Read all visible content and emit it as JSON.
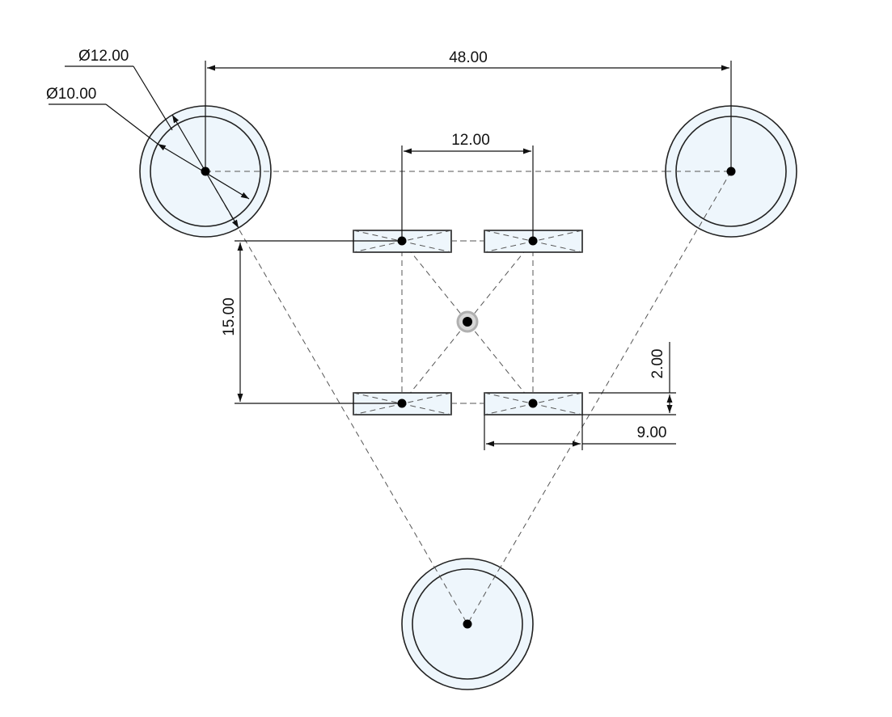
{
  "dimensions": {
    "outer_diameter": "Ø12.00",
    "inner_diameter": "Ø10.00",
    "horizontal_span": "48.00",
    "slot_spacing": "12.00",
    "vertical_span": "15.00",
    "slot_height": "2.00",
    "slot_width": "9.00"
  },
  "colors": {
    "fill": "#eef6fc",
    "outline": "#222222",
    "construction": "#555555",
    "point": "#000000"
  }
}
